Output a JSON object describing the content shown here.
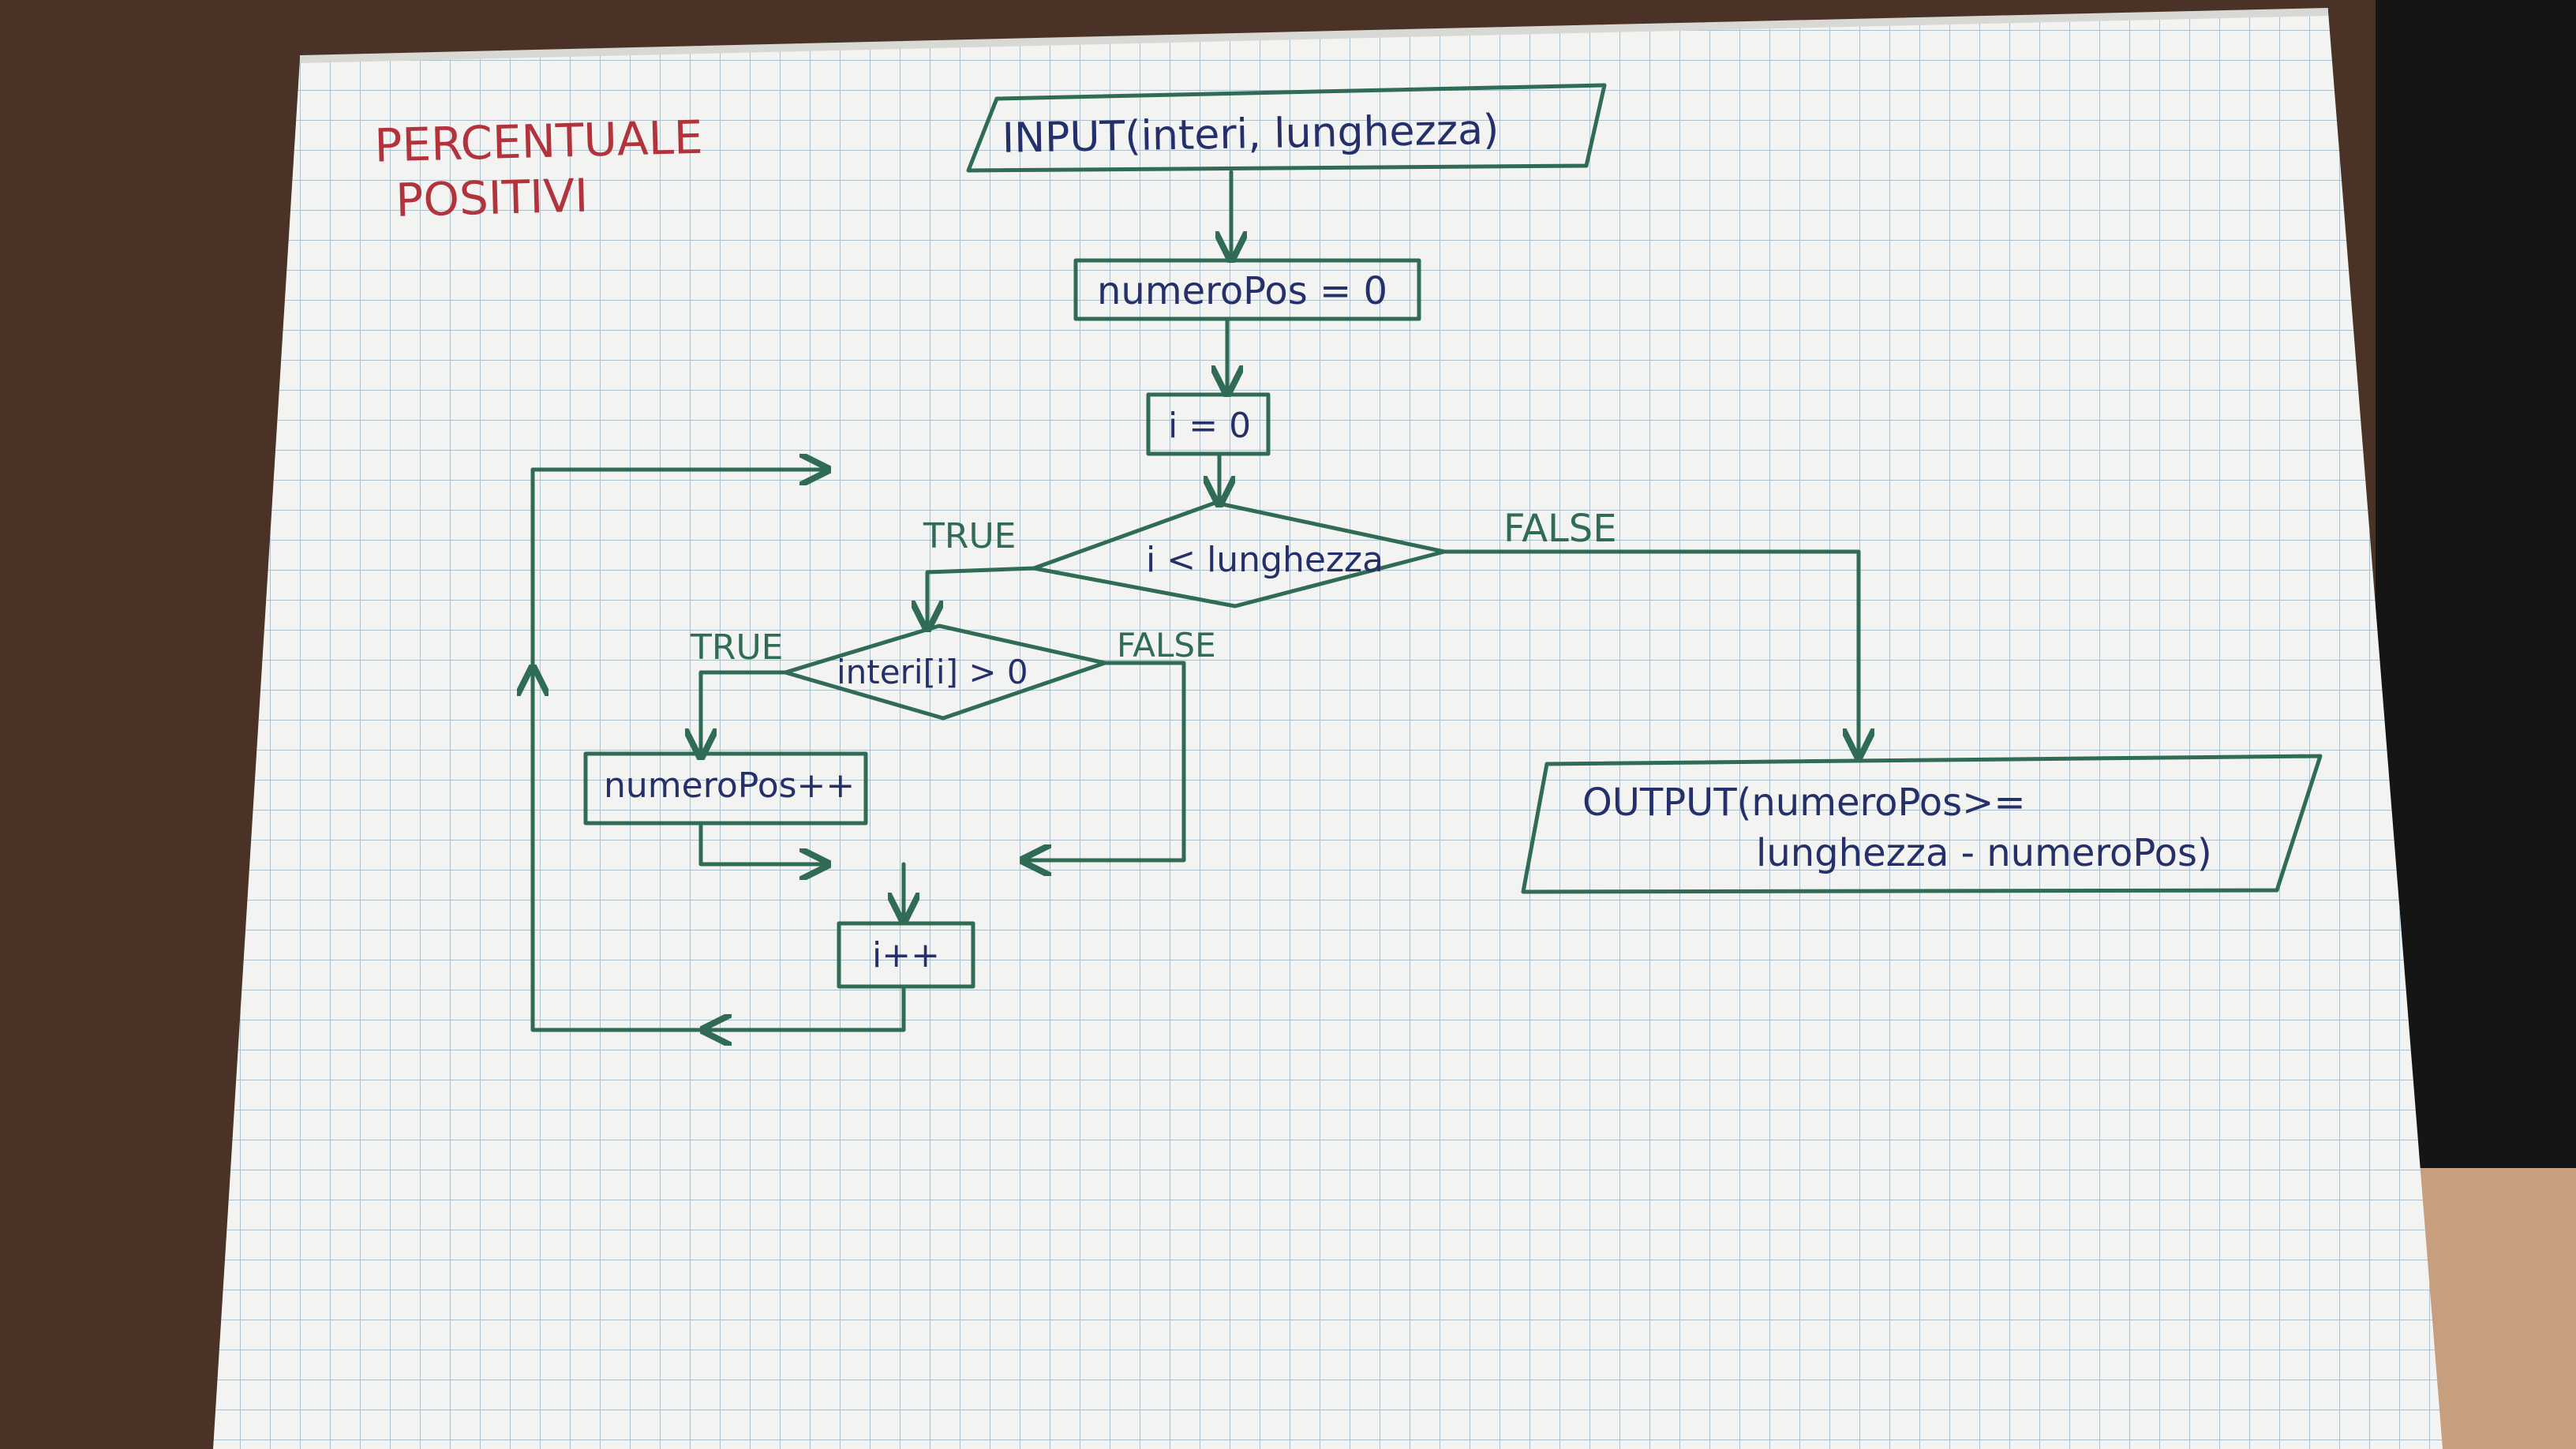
{
  "title": {
    "line1": "PERCENTUALE",
    "line2": "POSITIVI"
  },
  "nodes": {
    "input": "INPUT(interi, lunghezza)",
    "init_count": "numeroPos = 0",
    "init_i": "i = 0",
    "loop_condition": "i < lunghezza",
    "positive_condition": "interi[i] > 0",
    "increment_count": "numeroPos++",
    "increment_i": "i++",
    "output_line1": "OUTPUT(numeroPos>=",
    "output_line2": "lunghezza - numeroPos)"
  },
  "edge_labels": {
    "loop_true": "TRUE",
    "loop_false": "FALSE",
    "positive_true": "TRUE",
    "positive_false": "FALSE"
  },
  "colors": {
    "ink_green": "#2f6b55",
    "ink_blue": "#25306b",
    "ink_red": "#b3333d",
    "paper": "#f3f4f1",
    "grid": "#a8bcc8",
    "desk": "#4a3226"
  }
}
